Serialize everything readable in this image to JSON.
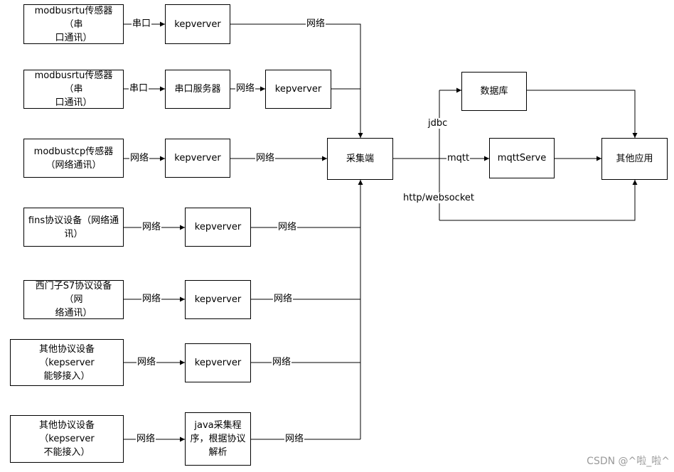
{
  "nodes": {
    "src1": "modbusrtu传感器（串\n口通讯）",
    "kep1": "kepverver",
    "src2": "modbusrtu传感器（串\n口通讯）",
    "serial_server": "串口服务器",
    "kep2": "kepverver",
    "src3": "modbustcp传感器\n（网络通讯）",
    "kep3": "kepverver",
    "collector": "采集端",
    "database": "数据库",
    "mqtt_server": "mqttServe",
    "other_apps": "其他应用",
    "src4": "fins协议设备（网络通\n讯）",
    "kep4": "kepverver",
    "src5": "西门子S7协议设备（网\n络通讯）",
    "kep5": "kepverver",
    "src6": "其他协议设备（kepserver\n能够接入）",
    "kep6": "kepverver",
    "src7": "其他协议设备（kepserver\n不能接入）",
    "java_prog": "java采集程\n序，根据协议\n解析"
  },
  "edge_labels": {
    "serial_port_1": "串口",
    "net_kep1": "网络",
    "serial_port_2": "串口",
    "net_serial_kep2": "网络",
    "net_src3": "网络",
    "net_kep3": "网络",
    "net_src4": "网络",
    "net_kep4": "网络",
    "net_src5": "网络",
    "net_kep5": "网络",
    "net_src6": "网络",
    "net_kep6": "网络",
    "net_src7": "网络",
    "net_java": "网络",
    "jdbc": "jdbc",
    "mqtt": "mqtt",
    "http_ws": "http/websocket"
  },
  "watermark": "CSDN @^啦_啦^",
  "colors": {
    "line": "#000000",
    "box_border": "#000000",
    "watermark": "#9a9a9a"
  }
}
